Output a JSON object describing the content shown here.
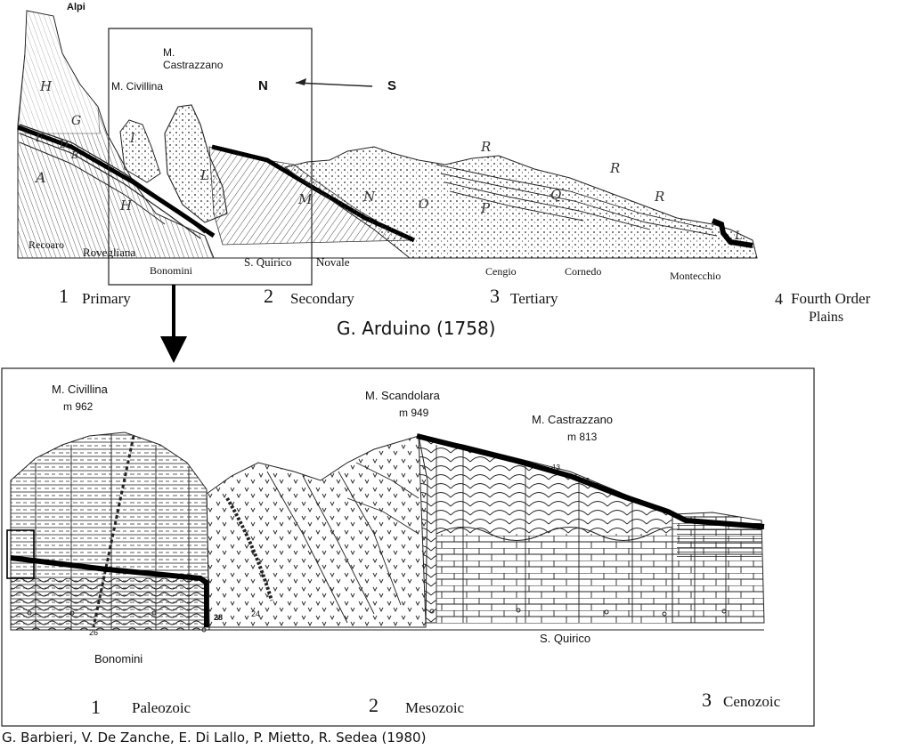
{
  "top_section": {
    "compass": {
      "north": "N",
      "south": "S"
    },
    "peak_labels": [
      "Alpi",
      "M. Civillina",
      "M. Castrazzano"
    ],
    "layer_letters": [
      "H",
      "G",
      "F",
      "D",
      "B",
      "A",
      "H",
      "I",
      "L",
      "M",
      "N",
      "O",
      "P",
      "Q",
      "R",
      "R",
      "R",
      "L"
    ],
    "place_labels": [
      "Recoaro",
      "Rovegliana",
      "Bonomini",
      "S. Quirico",
      "Novale",
      "Cengio",
      "Cornedo",
      "Montecchio"
    ],
    "eras": [
      {
        "number": "1",
        "name": "Primary"
      },
      {
        "number": "2",
        "name": "Secondary"
      },
      {
        "number": "3",
        "name": "Tertiary"
      },
      {
        "number": "4",
        "name": "Fourth Order"
      }
    ],
    "era4_extra": "Plains",
    "title": "G. Arduino (1758)"
  },
  "bottom_section": {
    "peaks": [
      {
        "name": "M. Civillina",
        "altitude": "m 962"
      },
      {
        "name": "M. Scandolara",
        "altitude": "m 949"
      },
      {
        "name": "M. Castrazzano",
        "altitude": "m 813"
      }
    ],
    "place_labels": [
      "Bonomini",
      "S. Quirico"
    ],
    "small_numbers": [
      "13",
      "13",
      "28",
      "24",
      "26"
    ],
    "eras": [
      {
        "number": "1",
        "name": "Paleozoic"
      },
      {
        "number": "2",
        "name": "Mesozoic"
      },
      {
        "number": "3",
        "name": "Cenozoic"
      }
    ]
  },
  "credit": "G. Barbieri, V. De Zanche, E. Di Lallo, P. Mietto, R. Sedea (1980)"
}
